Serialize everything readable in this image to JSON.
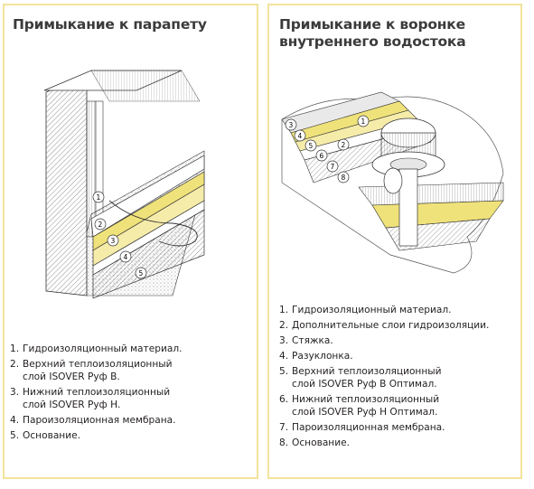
{
  "left": {
    "title": "Примыкание к парапету",
    "callouts": [
      "1",
      "2",
      "3",
      "4",
      "5"
    ],
    "legend": [
      {
        "num": "1.",
        "text": "Гидроизоляционный материал."
      },
      {
        "num": "2.",
        "text": "Верхний теплоизоляционный\nслой ISOVER Руф В."
      },
      {
        "num": "3.",
        "text": "Нижний теплоизоляционный\nслой ISOVER Руф Н."
      },
      {
        "num": "4.",
        "text": "Пароизоляционная мембрана."
      },
      {
        "num": "5.",
        "text": "Основание."
      }
    ]
  },
  "right": {
    "title": "Примыкание к воронке\nвнутреннего водостока",
    "callouts": [
      "1",
      "2",
      "3",
      "4",
      "5",
      "6",
      "7",
      "8"
    ],
    "legend": [
      {
        "num": "1.",
        "text": "Гидроизоляционный материал."
      },
      {
        "num": "2.",
        "text": "Дополнительные слои гидроизоляции."
      },
      {
        "num": "3.",
        "text": "Стяжка."
      },
      {
        "num": "4.",
        "text": "Разуклонка."
      },
      {
        "num": "5.",
        "text": "Верхний теплоизоляционный\nслой ISOVER Руф В Оптимал."
      },
      {
        "num": "6.",
        "text": "Нижний теплоизоляционный\nслой ISOVER Руф Н Оптимал."
      },
      {
        "num": "7.",
        "text": "Пароизоляционная мембрана."
      },
      {
        "num": "8.",
        "text": "Основание."
      }
    ]
  },
  "colors": {
    "border": "#f3e39c",
    "insulation": "#efe27a",
    "line": "#333333"
  }
}
